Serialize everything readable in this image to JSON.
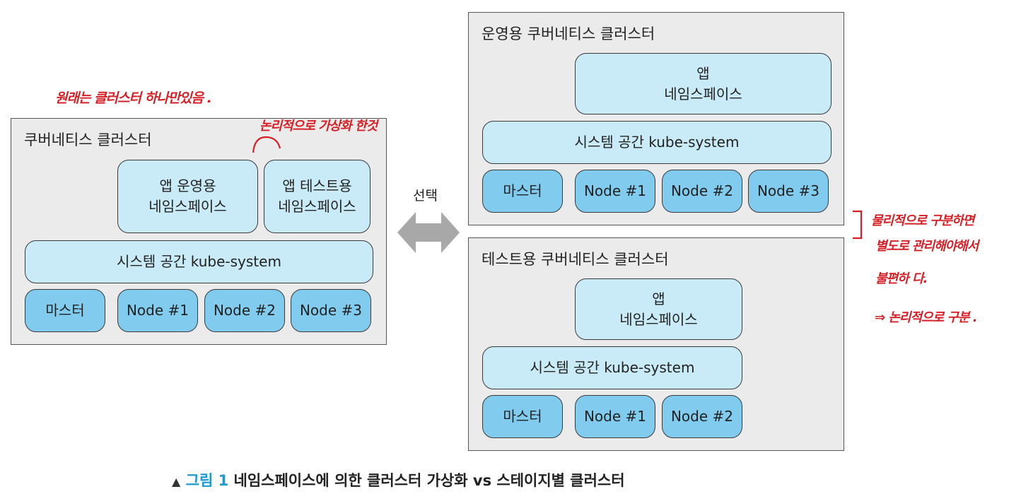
{
  "left_cluster": {
    "title": "쿠버네티스 클러스터",
    "apps": [
      {
        "line1": "앱 운영용",
        "line2": "네임스페이스"
      },
      {
        "line1": "앱 테스트용",
        "line2": "네임스페이스"
      }
    ],
    "system": "시스템 공간 kube-system",
    "master": "마스터",
    "nodes": [
      "Node #1",
      "Node #2",
      "Node #3"
    ]
  },
  "select_label": "선택",
  "prod_cluster": {
    "title": "운영용 쿠버네티스 클러스터",
    "app": {
      "line1": "앱",
      "line2": "네임스페이스"
    },
    "system": "시스템 공간 kube-system",
    "master": "마스터",
    "nodes": [
      "Node #1",
      "Node #2",
      "Node #3"
    ]
  },
  "test_cluster": {
    "title": "테스트용 쿠버네티스 클러스터",
    "app": {
      "line1": "앱",
      "line2": "네임스페이스"
    },
    "system": "시스템 공간 kube-system",
    "master": "마스터",
    "nodes": [
      "Node #1",
      "Node #2"
    ]
  },
  "annotations": {
    "top_left": "원래는 클러스터 하나만있음 .",
    "logical": "논리적으로 가상화 한것",
    "right_1": "물리적으로 구분하면",
    "right_2": "별도로 관리해야해서",
    "right_3": "불편하 다.",
    "right_4": "⇒ 논리적으로 구분 ."
  },
  "caption": {
    "marker": "▲",
    "figure": "그림 1",
    "text": "네임스페이스에 의한 클러스터 가상화 vs 스테이지별 클러스터"
  },
  "colors": {
    "light_box": "#c9ebf8",
    "dark_box": "#80cbee",
    "cluster_bg": "#ebebeb",
    "annotation": "#d62026",
    "figure_label": "#1b9ad6"
  }
}
